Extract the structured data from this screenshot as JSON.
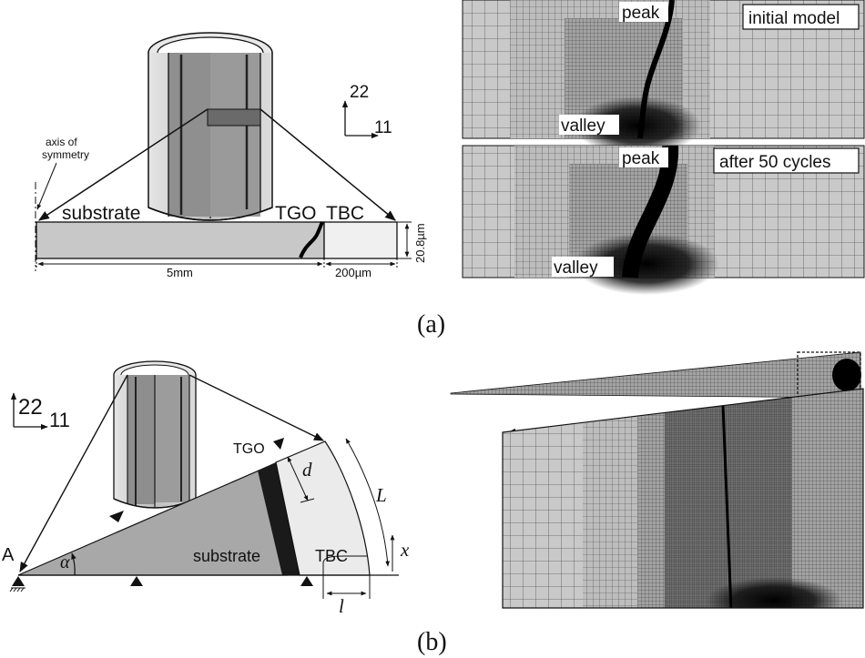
{
  "panel_a": {
    "label": "(a)",
    "axes": {
      "vertical": "22",
      "horizontal": "11"
    },
    "axis_of_symmetry": [
      "axis of",
      "symmetry"
    ],
    "layers": {
      "substrate": "substrate",
      "tgo": "TGO",
      "tbc": "TBC"
    },
    "dimensions": {
      "substrate_length": "5mm",
      "tbc_length": "200µm",
      "height": "20.8µm"
    },
    "mesh_initial": {
      "tag": "initial model",
      "peak": "peak",
      "valley": "valley"
    },
    "mesh_after": {
      "tag": "after 50 cycles",
      "peak": "peak",
      "valley": "valley"
    }
  },
  "panel_b": {
    "label": "(b)",
    "axes": {
      "vertical": "22",
      "horizontal": "11"
    },
    "layers": {
      "substrate": "substrate",
      "tgo": "TGO",
      "tbc": "TBC"
    },
    "point_a": "A",
    "symbols": {
      "alpha": "α",
      "d": "d",
      "L": "L",
      "x": "x",
      "l": "l"
    }
  }
}
